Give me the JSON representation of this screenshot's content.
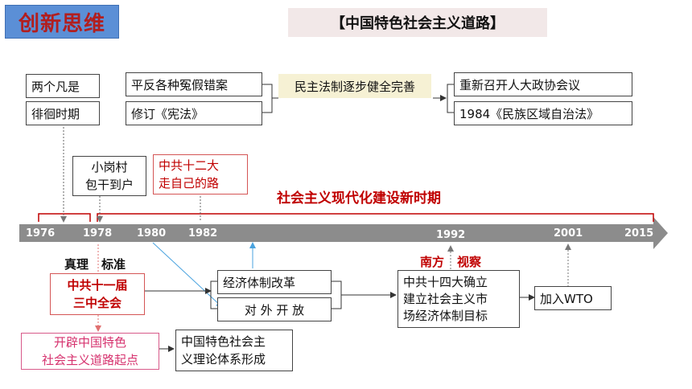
{
  "header": {
    "badge": "创新思维",
    "title": "【中国特色社会主义道路】"
  },
  "top": {
    "two_whatevers": "两个凡是",
    "wandering": "徘徊时期",
    "rehabilitate": "平反各种冤假错案",
    "revise_constitution": "修订《宪法》",
    "legal_system": "民主法制逐步健全完善",
    "cppcc": "重新召开人大政协会议",
    "autonomy_law": "1984《民族区域自治法》",
    "xiaogang_line1": "小岗村",
    "xiaogang_line2": "包干到户",
    "twelfth_line1": "中共十二大",
    "twelfth_line2": "走自己的路"
  },
  "timeline": {
    "new_period": "社会主义现代化建设新时期",
    "years": [
      "1976",
      "1978",
      "1980",
      "1982",
      "1992",
      "2001",
      "2015"
    ],
    "line_color": "#8c8c8c",
    "accent_color": "#c00000"
  },
  "bottom": {
    "truth_a": "真理",
    "truth_b": "标准",
    "third_plenum_line1": "中共十一届",
    "third_plenum_line2": "三中全会",
    "open_path_line1": "开辟中国特色",
    "open_path_line2": "社会主义道路起点",
    "theory_line1": "中国特色社会主",
    "theory_line2": "义理论体系形成",
    "econ_reform": "经济体制改革",
    "opening": "对 外 开 放",
    "south_a": "南方",
    "south_b": "视察",
    "fourteenth_line1": "中共十四大确立",
    "fourteenth_line2": "建立社会主义市",
    "fourteenth_line3": "场经济体制目标",
    "wto": "加入WTO"
  }
}
